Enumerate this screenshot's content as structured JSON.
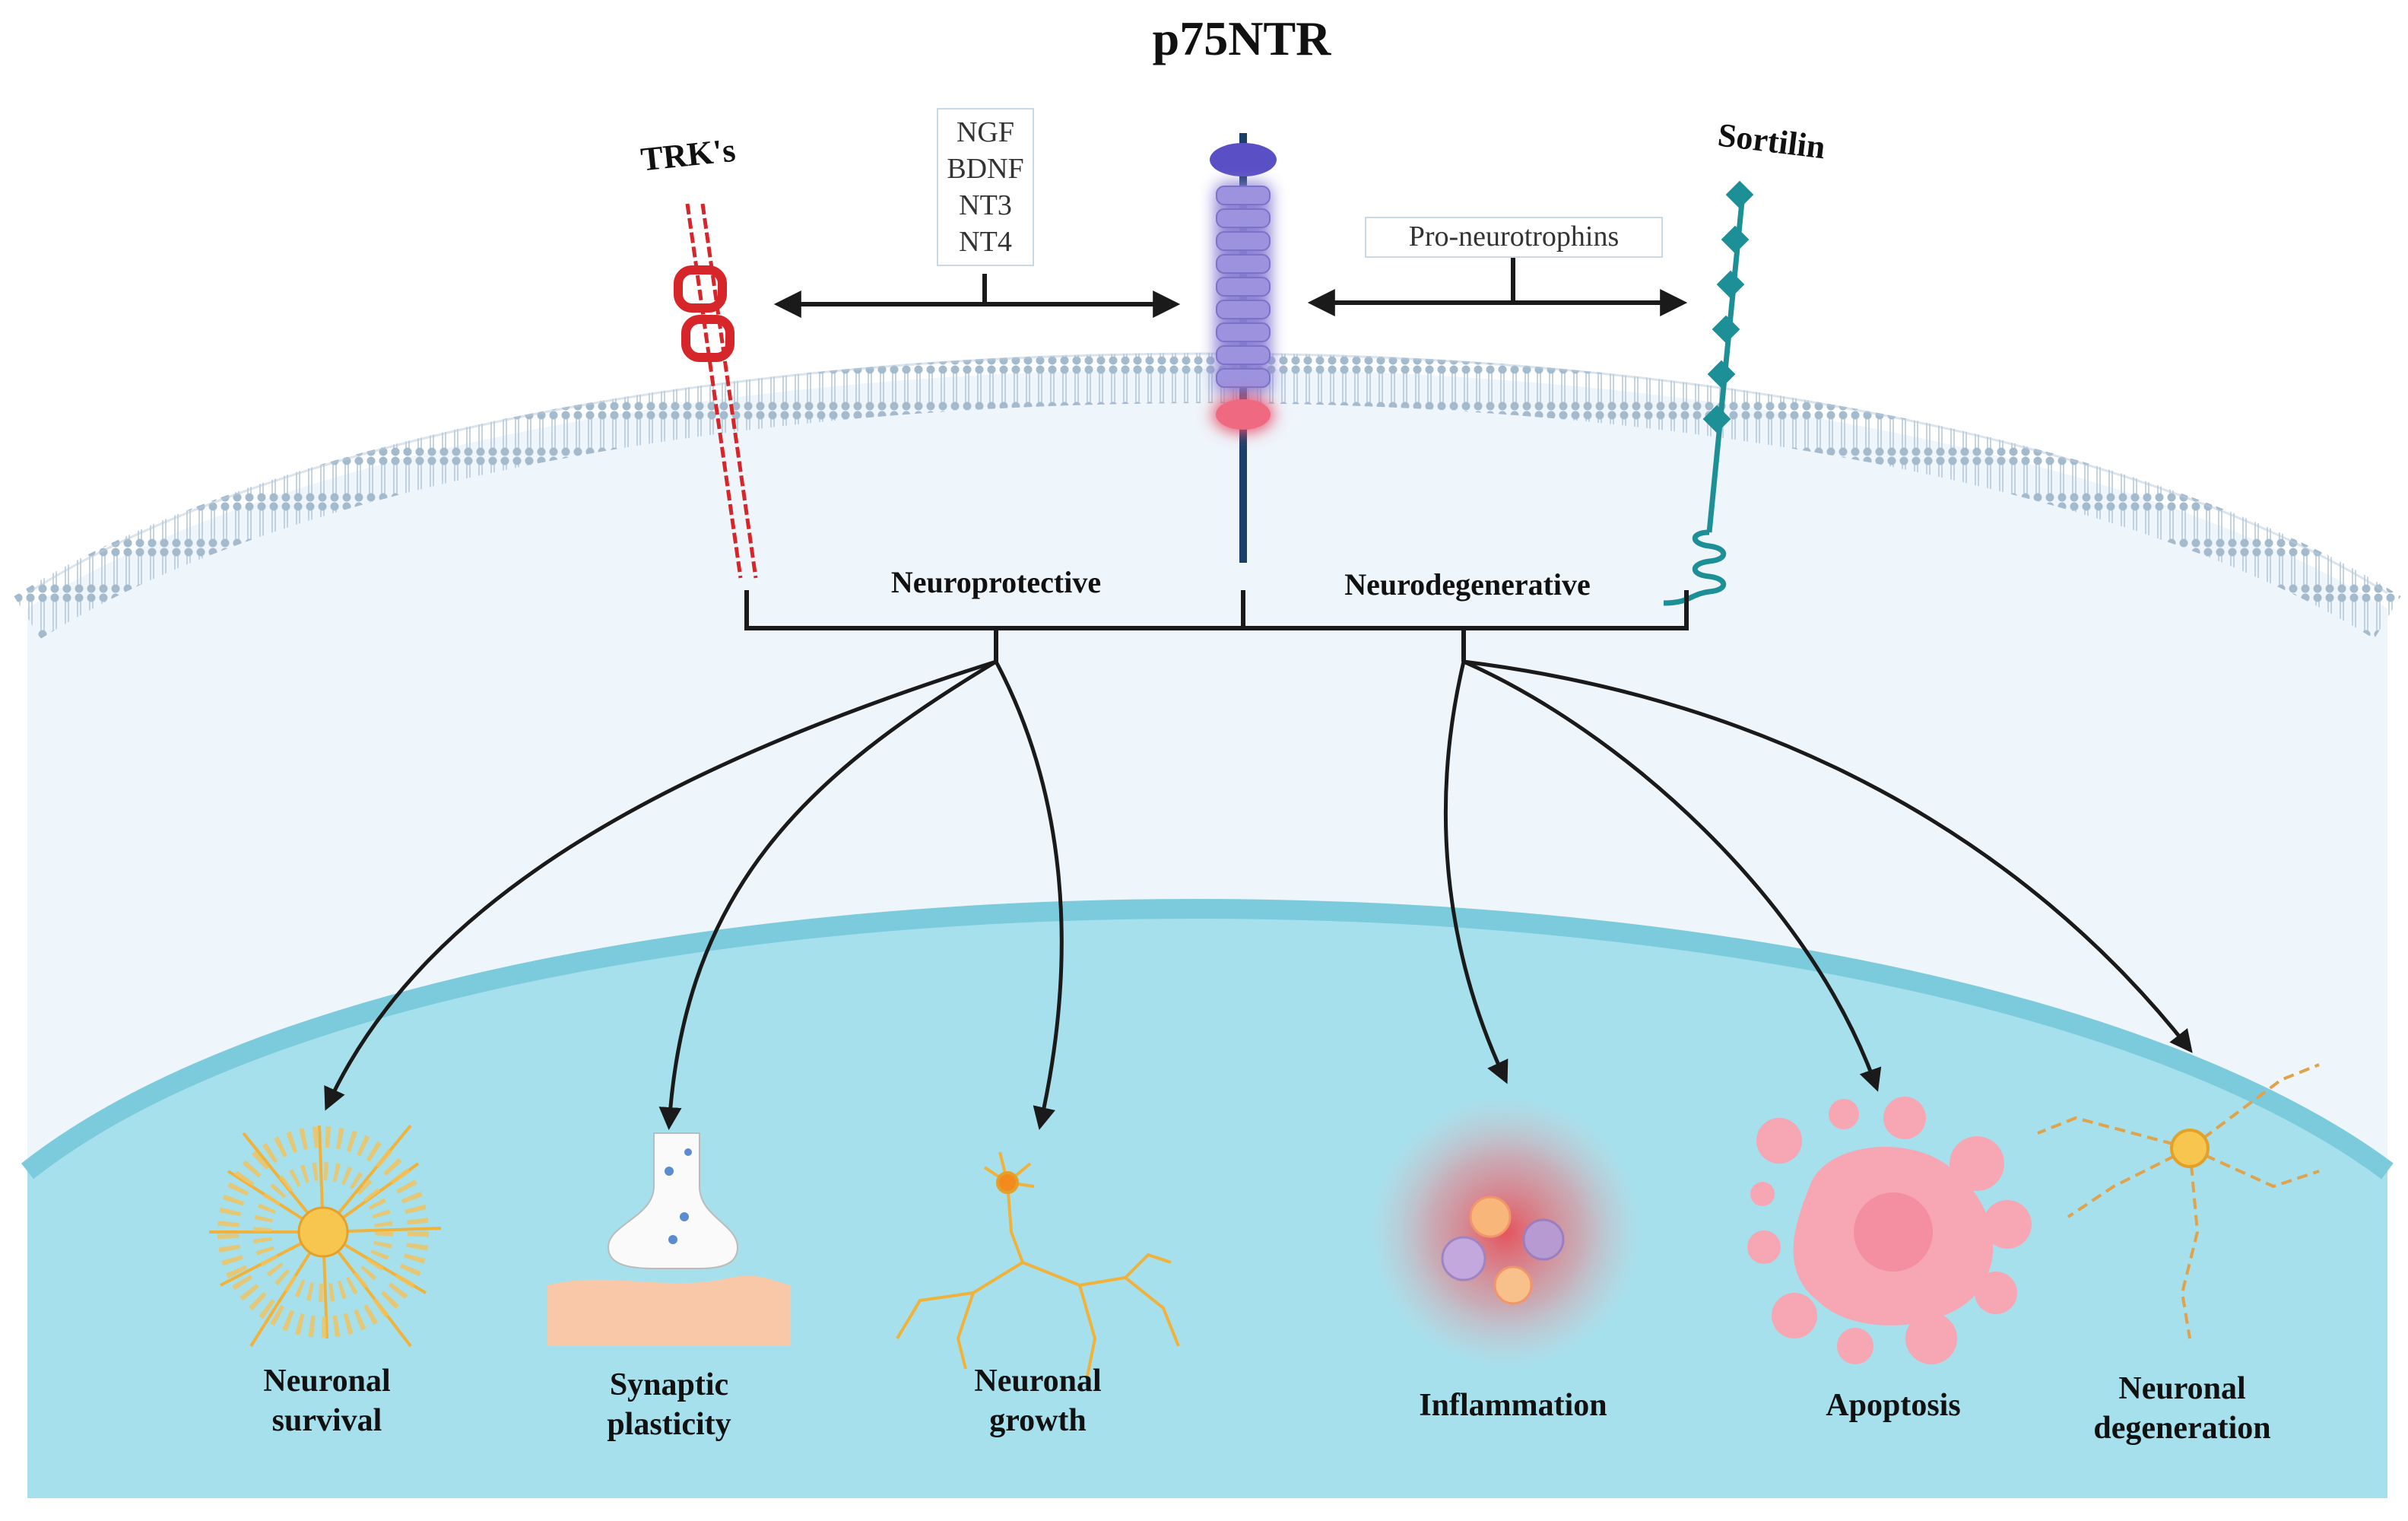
{
  "title": "p75NTR",
  "receptors": {
    "trk": "TRK's",
    "sortilin": "Sortilin"
  },
  "ligands": {
    "neurotrophins": [
      "NGF",
      "BDNF",
      "NT3",
      "NT4"
    ],
    "pro": "Pro-neurotrophins"
  },
  "branches": {
    "protective": "Neuroprotective",
    "degenerative": "Neurodegenerative"
  },
  "outcomes": [
    {
      "l1": "Neuronal",
      "l2": "survival"
    },
    {
      "l1": "Synaptic",
      "l2": "plasticity"
    },
    {
      "l1": "Neuronal",
      "l2": "growth"
    },
    {
      "l1": "Inflammation",
      "l2": ""
    },
    {
      "l1": "Apoptosis",
      "l2": ""
    },
    {
      "l1": "Neuronal",
      "l2": "degeneration"
    }
  ],
  "colors": {
    "membrane": "#aac0d3",
    "cytoplasm": "#eef5fb",
    "nucleus": "#a6e0ec",
    "nucleusRim": "#7ccbdc",
    "trk": "#d7262a",
    "p75": "#8a7fd3",
    "p75Tm": "#e8506a",
    "sortilin": "#1d8f96",
    "neuron": "#f0b23a",
    "inflam": "#f05a5a",
    "apoptosis": "#f7a6b4",
    "arrow": "#1a1a1a"
  }
}
